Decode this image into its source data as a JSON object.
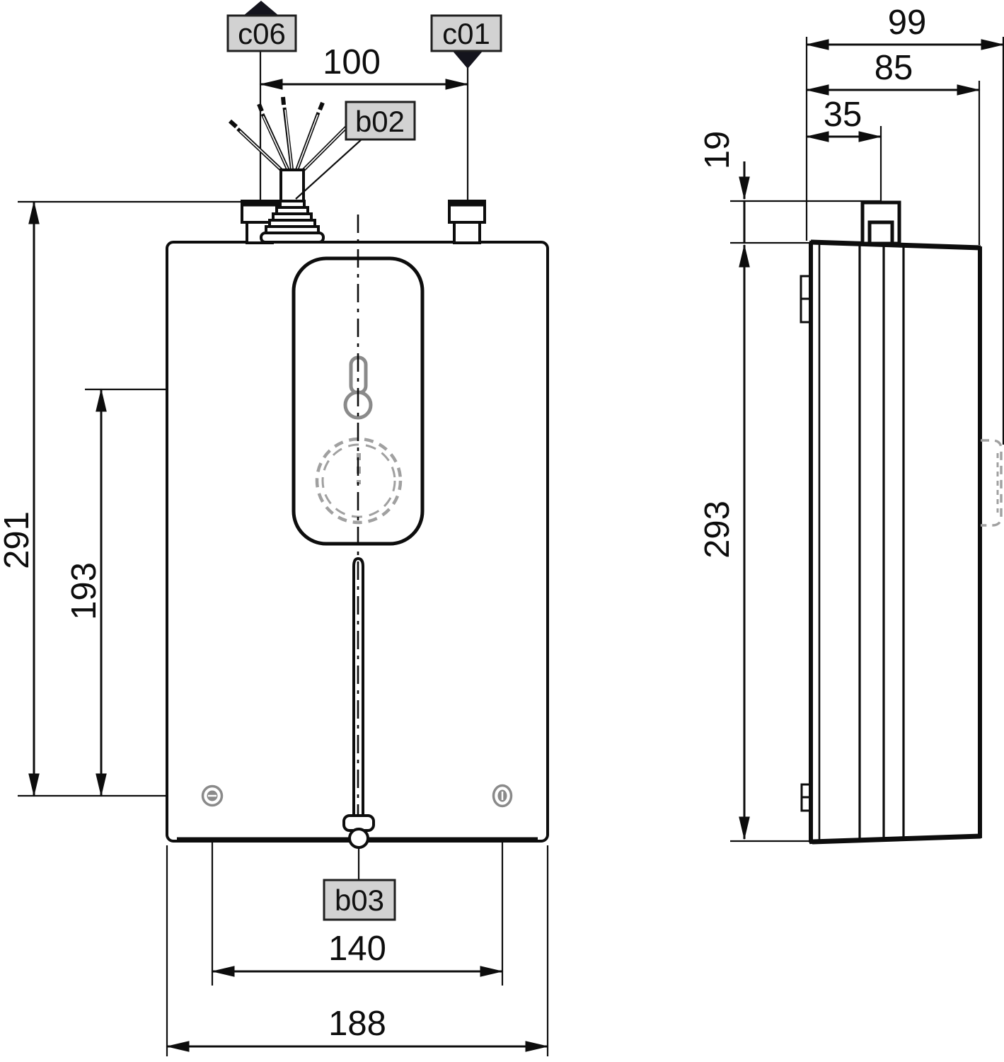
{
  "document": {
    "type": "dimensional-drawing",
    "views": [
      "front",
      "side"
    ],
    "background": "#ffffff"
  },
  "colors": {
    "line": "#0d0d0d",
    "label_background": "#d2d2d2",
    "label_border": "#1f1f1f",
    "pointer_marker": "#14141d",
    "hardware_gray": "#8a8a8a",
    "hidden_outline_gray": "#a0a0a0"
  },
  "callouts": {
    "c06": "c06",
    "c01": "c01",
    "b02": "b02",
    "b03": "b03"
  },
  "front_view": {
    "dimensions": {
      "pipe_spacing": "100",
      "overall_height": "291",
      "knob_axis_height": "193",
      "screw_spacing": "140",
      "overall_width": "188"
    }
  },
  "side_view": {
    "dimensions": {
      "overall_depth": "99",
      "body_depth": "85",
      "pipe_offset_from_wall": "35",
      "pipe_stub_height": "19",
      "overall_height": "293"
    }
  }
}
